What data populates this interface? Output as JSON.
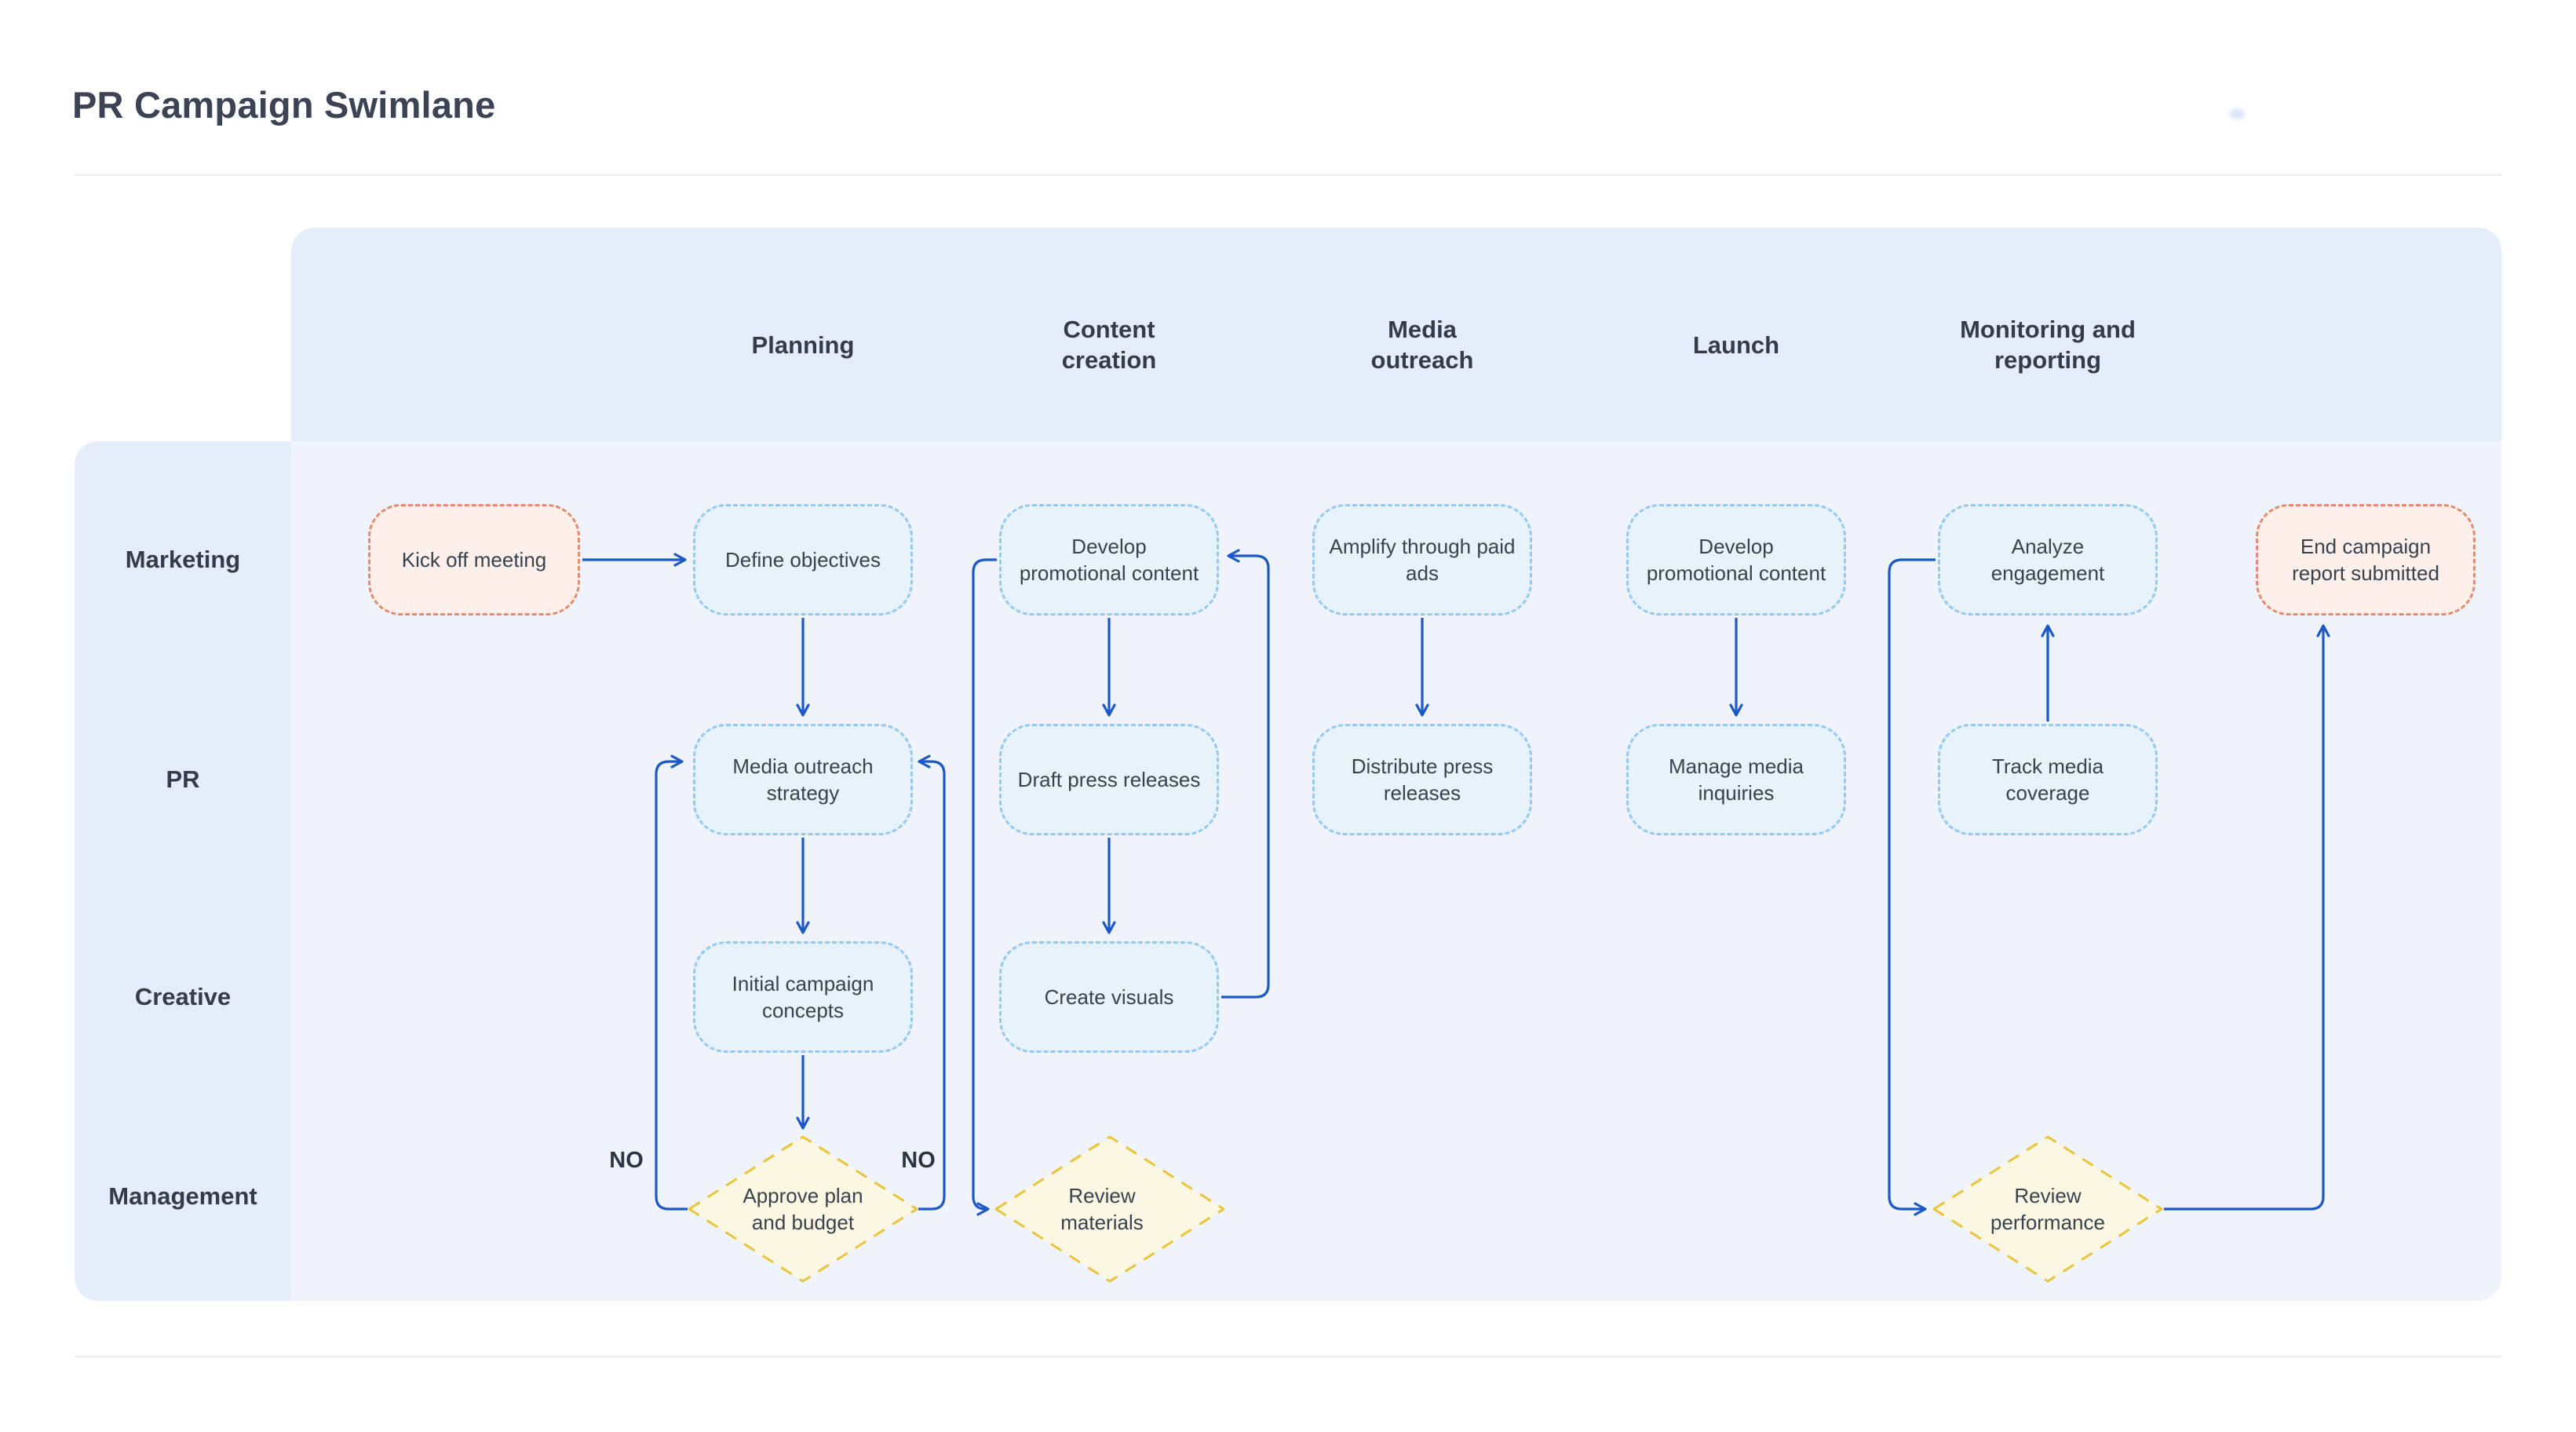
{
  "title": "PR Campaign Swimlane",
  "columns": {
    "planning": "Planning",
    "content_creation": "Content creation",
    "media_outreach": "Media outreach",
    "launch": "Launch",
    "monitoring": "Monitoring and reporting"
  },
  "lanes": {
    "marketing": "Marketing",
    "pr": "PR",
    "creative": "Creative",
    "management": "Management"
  },
  "nodes": {
    "kick_off_meeting": {
      "label": "Kick off meeting",
      "type": "start",
      "lane": "Marketing"
    },
    "define_objectives": {
      "label": "Define objectives",
      "type": "task",
      "lane": "Marketing"
    },
    "develop_promotional_content_1": {
      "label": "Develop promotional content",
      "type": "task",
      "lane": "Marketing"
    },
    "amplify_through_paid_ads": {
      "label": "Amplify through paid ads",
      "type": "task",
      "lane": "Marketing"
    },
    "develop_promotional_content_2": {
      "label": "Develop promotional content",
      "type": "task",
      "lane": "Marketing"
    },
    "analyze_engagement": {
      "label": "Analyze engagement",
      "type": "task",
      "lane": "Marketing"
    },
    "end_campaign_report_submitted": {
      "label": "End campaign report submitted",
      "type": "end",
      "lane": "Marketing"
    },
    "media_outreach_strategy": {
      "label": "Media outreach strategy",
      "type": "task",
      "lane": "PR"
    },
    "draft_press_releases": {
      "label": "Draft press releases",
      "type": "task",
      "lane": "PR"
    },
    "distribute_press_releases": {
      "label": "Distribute press releases",
      "type": "task",
      "lane": "PR"
    },
    "manage_media_inquiries": {
      "label": "Manage media inquiries",
      "type": "task",
      "lane": "PR"
    },
    "track_media_coverage": {
      "label": "Track media coverage",
      "type": "task",
      "lane": "PR"
    },
    "initial_campaign_concepts": {
      "label": "Initial campaign concepts",
      "type": "task",
      "lane": "Creative"
    },
    "create_visuals": {
      "label": "Create visuals",
      "type": "task",
      "lane": "Creative"
    },
    "approve_plan_and_budget": {
      "label": "Approve plan and budget",
      "type": "decision",
      "lane": "Management"
    },
    "review_materials": {
      "label": "Review materials",
      "type": "decision",
      "lane": "Management"
    },
    "review_performance": {
      "label": "Review performance",
      "type": "decision",
      "lane": "Management"
    }
  },
  "no_labels": [
    "NO",
    "NO"
  ],
  "edges": [
    {
      "from": "kick_off_meeting",
      "to": "define_objectives",
      "label": ""
    },
    {
      "from": "define_objectives",
      "to": "media_outreach_strategy",
      "label": ""
    },
    {
      "from": "media_outreach_strategy",
      "to": "initial_campaign_concepts",
      "label": ""
    },
    {
      "from": "initial_campaign_concepts",
      "to": "approve_plan_and_budget",
      "label": ""
    },
    {
      "from": "approve_plan_and_budget",
      "to": "media_outreach_strategy",
      "label": "NO"
    },
    {
      "from": "approve_plan_and_budget",
      "to": "media_outreach_strategy",
      "label": "NO"
    },
    {
      "from": "develop_promotional_content_1",
      "to": "draft_press_releases",
      "label": ""
    },
    {
      "from": "draft_press_releases",
      "to": "create_visuals",
      "label": ""
    },
    {
      "from": "create_visuals",
      "to": "develop_promotional_content_1",
      "label": ""
    },
    {
      "from": "develop_promotional_content_1",
      "to": "review_materials",
      "label": ""
    },
    {
      "from": "amplify_through_paid_ads",
      "to": "distribute_press_releases",
      "label": ""
    },
    {
      "from": "develop_promotional_content_2",
      "to": "manage_media_inquiries",
      "label": ""
    },
    {
      "from": "track_media_coverage",
      "to": "analyze_engagement",
      "label": ""
    },
    {
      "from": "analyze_engagement",
      "to": "review_performance",
      "label": ""
    },
    {
      "from": "review_performance",
      "to": "end_campaign_report_submitted",
      "label": ""
    }
  ],
  "colors": {
    "edge": "#1c59c7",
    "task_fill": "#e8f2fb",
    "task_border": "#96c9ee",
    "terminal_fill": "#fdefe9",
    "terminal_border": "#e18d71",
    "decision_fill": "#fcf7e2",
    "decision_border": "#e9c53b",
    "band_bg": "#e6edfa",
    "panel_bg": "#eff3fb"
  }
}
